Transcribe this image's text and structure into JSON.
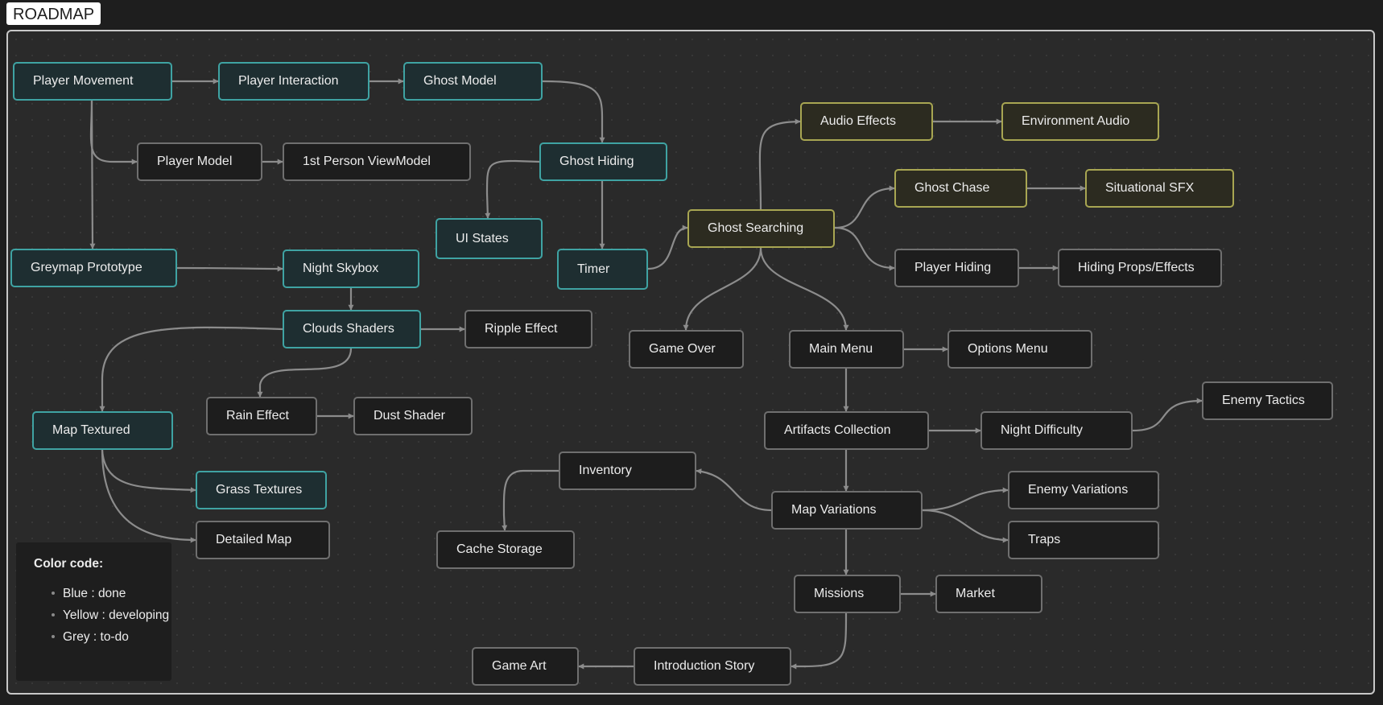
{
  "board": {
    "title": "ROADMAP"
  },
  "colors": {
    "done_border": "#3fa3a3",
    "developing_border": "#a8a652",
    "todo_border": "#6f6f6f",
    "edge": "#8c8c8c"
  },
  "nodes": {
    "player_movement": {
      "label": "Player Movement",
      "status": "done"
    },
    "player_interaction": {
      "label": "Player Interaction",
      "status": "done"
    },
    "ghost_model": {
      "label": "Ghost Model",
      "status": "done"
    },
    "player_model": {
      "label": "Player Model",
      "status": "todo"
    },
    "first_person_viewmodel": {
      "label": "1st Person ViewModel",
      "status": "todo"
    },
    "ghost_hiding": {
      "label": "Ghost Hiding",
      "status": "done"
    },
    "ui_states": {
      "label": "UI States",
      "status": "done"
    },
    "timer": {
      "label": "Timer",
      "status": "done"
    },
    "greymap_prototype": {
      "label": "Greymap Prototype",
      "status": "done"
    },
    "night_skybox": {
      "label": "Night Skybox",
      "status": "done"
    },
    "clouds_shaders": {
      "label": "Clouds Shaders",
      "status": "done"
    },
    "ripple_effect": {
      "label": "Ripple Effect",
      "status": "todo"
    },
    "rain_effect": {
      "label": "Rain Effect",
      "status": "todo"
    },
    "dust_shader": {
      "label": "Dust Shader",
      "status": "todo"
    },
    "map_textured": {
      "label": "Map Textured",
      "status": "done"
    },
    "grass_textures": {
      "label": "Grass Textures",
      "status": "done"
    },
    "detailed_map": {
      "label": "Detailed Map",
      "status": "todo"
    },
    "audio_effects": {
      "label": "Audio Effects",
      "status": "developing"
    },
    "environment_audio": {
      "label": "Environment Audio",
      "status": "developing"
    },
    "ghost_chase": {
      "label": "Ghost Chase",
      "status": "developing"
    },
    "situational_sfx": {
      "label": "Situational SFX",
      "status": "developing"
    },
    "ghost_searching": {
      "label": "Ghost Searching",
      "status": "developing"
    },
    "player_hiding": {
      "label": "Player Hiding",
      "status": "todo"
    },
    "hiding_props_effects": {
      "label": "Hiding Props/Effects",
      "status": "todo"
    },
    "game_over": {
      "label": "Game Over",
      "status": "todo"
    },
    "main_menu": {
      "label": "Main Menu",
      "status": "todo"
    },
    "options_menu": {
      "label": "Options Menu",
      "status": "todo"
    },
    "enemy_tactics": {
      "label": "Enemy Tactics",
      "status": "todo"
    },
    "artifacts_collection": {
      "label": "Artifacts Collection",
      "status": "todo"
    },
    "night_difficulty": {
      "label": "Night Difficulty",
      "status": "todo"
    },
    "inventory": {
      "label": "Inventory",
      "status": "todo"
    },
    "map_variations": {
      "label": "Map Variations",
      "status": "todo"
    },
    "enemy_variations": {
      "label": "Enemy Variations",
      "status": "todo"
    },
    "traps": {
      "label": "Traps",
      "status": "todo"
    },
    "cache_storage": {
      "label": "Cache Storage",
      "status": "todo"
    },
    "missions": {
      "label": "Missions",
      "status": "todo"
    },
    "market": {
      "label": "Market",
      "status": "todo"
    },
    "game_art": {
      "label": "Game Art",
      "status": "todo"
    },
    "introduction_story": {
      "label": "Introduction Story",
      "status": "todo"
    }
  },
  "edges": [
    [
      "player_movement",
      "player_interaction"
    ],
    [
      "player_interaction",
      "ghost_model"
    ],
    [
      "ghost_model",
      "ghost_hiding"
    ],
    [
      "player_movement",
      "player_model"
    ],
    [
      "player_model",
      "first_person_viewmodel"
    ],
    [
      "player_movement",
      "greymap_prototype"
    ],
    [
      "ghost_hiding",
      "ui_states"
    ],
    [
      "ghost_hiding",
      "timer"
    ],
    [
      "timer",
      "ghost_searching"
    ],
    [
      "greymap_prototype",
      "night_skybox"
    ],
    [
      "night_skybox",
      "clouds_shaders"
    ],
    [
      "clouds_shaders",
      "ripple_effect"
    ],
    [
      "clouds_shaders",
      "rain_effect"
    ],
    [
      "clouds_shaders",
      "map_textured"
    ],
    [
      "rain_effect",
      "dust_shader"
    ],
    [
      "map_textured",
      "grass_textures"
    ],
    [
      "map_textured",
      "detailed_map"
    ],
    [
      "ghost_searching",
      "audio_effects"
    ],
    [
      "audio_effects",
      "environment_audio"
    ],
    [
      "ghost_searching",
      "ghost_chase"
    ],
    [
      "ghost_chase",
      "situational_sfx"
    ],
    [
      "ghost_searching",
      "player_hiding"
    ],
    [
      "player_hiding",
      "hiding_props_effects"
    ],
    [
      "ghost_searching",
      "game_over"
    ],
    [
      "ghost_searching",
      "main_menu"
    ],
    [
      "main_menu",
      "options_menu"
    ],
    [
      "main_menu",
      "artifacts_collection"
    ],
    [
      "artifacts_collection",
      "night_difficulty"
    ],
    [
      "night_difficulty",
      "enemy_tactics"
    ],
    [
      "artifacts_collection",
      "map_variations"
    ],
    [
      "map_variations",
      "inventory"
    ],
    [
      "inventory",
      "cache_storage"
    ],
    [
      "map_variations",
      "enemy_variations"
    ],
    [
      "map_variations",
      "traps"
    ],
    [
      "map_variations",
      "missions"
    ],
    [
      "missions",
      "market"
    ],
    [
      "missions",
      "introduction_story"
    ],
    [
      "introduction_story",
      "game_art"
    ]
  ],
  "legend": {
    "title": "Color code:",
    "items": [
      "Blue : done",
      "Yellow : developing",
      "Grey : to-do"
    ]
  }
}
